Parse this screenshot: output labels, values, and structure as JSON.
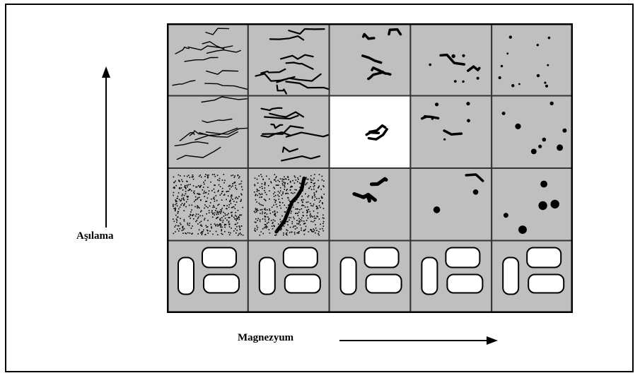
{
  "diagram": {
    "y_axis_label": "Aşılama",
    "x_axis_label": "Magnezyum",
    "rows": 4,
    "cols": 5,
    "colors": {
      "cell": "#bfbfbf",
      "highlight": "#ffffff",
      "ink": "#000000",
      "border": "#333333"
    }
  }
}
